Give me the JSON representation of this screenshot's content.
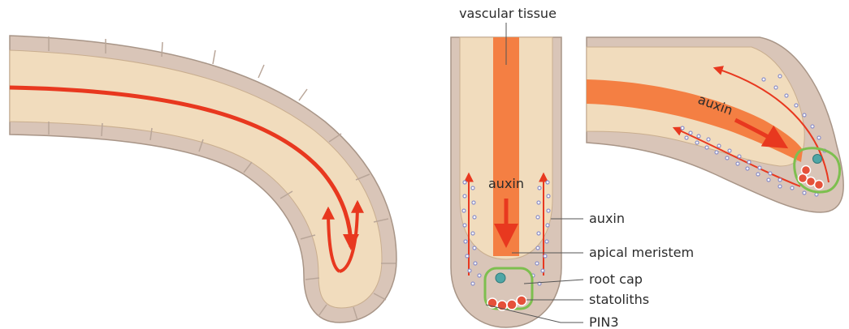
{
  "labels": {
    "vascular_tissue": "vascular tissue",
    "auxin_center": "auxin",
    "auxin_side": "auxin",
    "auxin_bent": "auxin",
    "apical_meristem": "apical meristem",
    "root_cap": "root cap",
    "statoliths": "statoliths",
    "pin3": "PIN3"
  },
  "colors": {
    "cortex_fill": "#f1dcbd",
    "tissue_fill": "#e9d3b2",
    "epidermis": "#cbb5a8",
    "vascular": "#f47f43",
    "auxin_arrow": "#e8381f",
    "root_cap_outline": "#7dbf4f",
    "statolith": "#e5513a",
    "dots": "#8c8fc8"
  }
}
